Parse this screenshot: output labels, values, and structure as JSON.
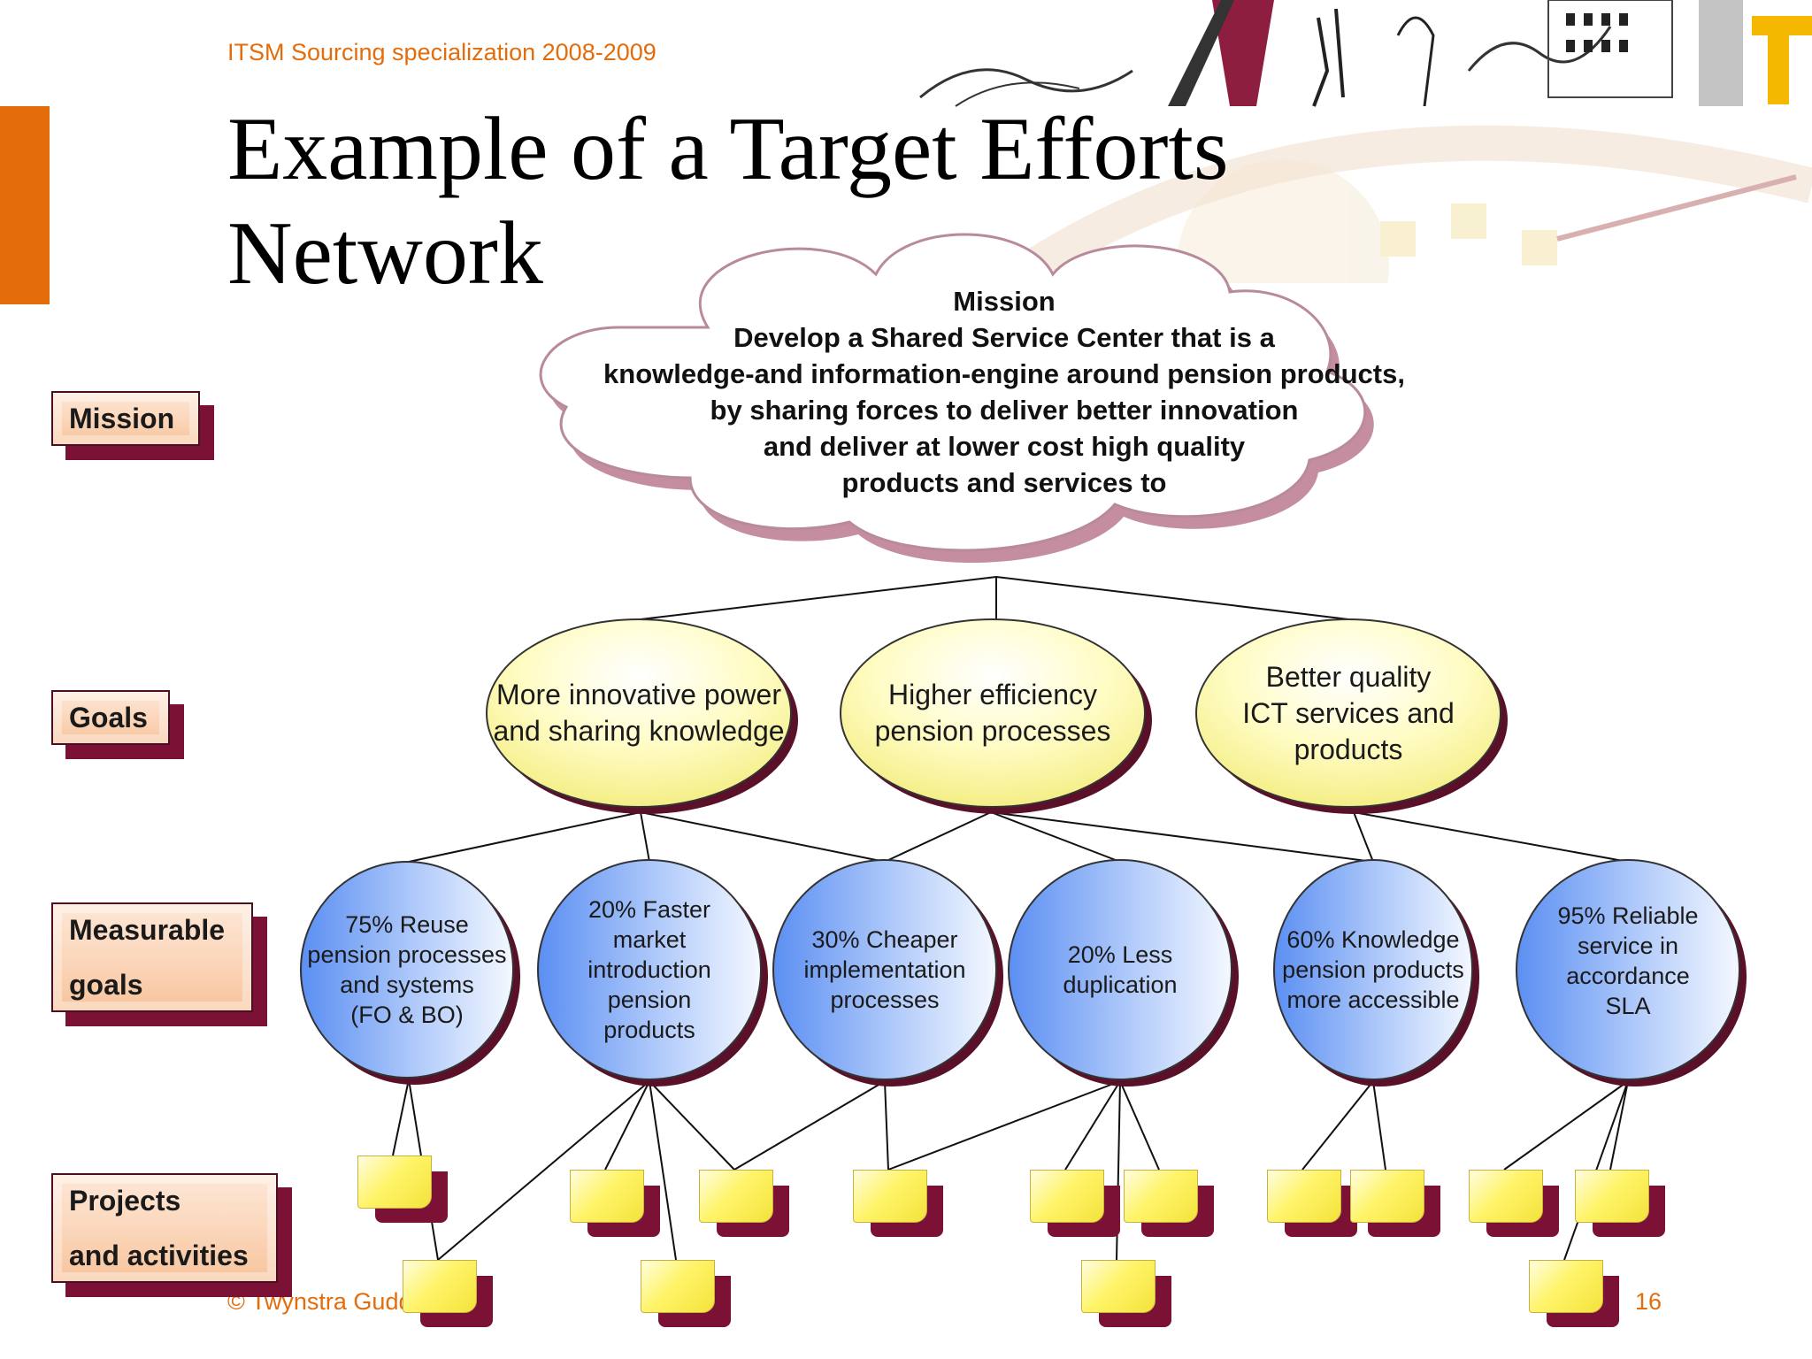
{
  "header": {
    "subtitle": "ITSM Sourcing specialization 2008-2009"
  },
  "title": {
    "line1": "Example of a Target Efforts",
    "line2": "Network"
  },
  "legend": {
    "mission": "Mission",
    "goals": "Goals",
    "measurable_line1": "Measurable",
    "measurable_line2": "goals",
    "projects_line1": "Projects",
    "projects_line2": "and activities"
  },
  "cloud": {
    "lines": [
      "Mission",
      "Develop a Shared Service Center that is a",
      "knowledge-and information-engine around pension products,",
      "by sharing forces to deliver better innovation",
      "and deliver at lower cost high quality",
      "products and services to"
    ]
  },
  "goals": [
    {
      "lines": [
        "More innovative power",
        "and sharing knowledge"
      ]
    },
    {
      "lines": [
        "Higher efficiency",
        "pension processes"
      ]
    },
    {
      "lines": [
        "Better quality",
        "ICT services and",
        "products"
      ]
    }
  ],
  "measurable_goals": [
    {
      "lines": [
        "75% Reuse",
        "pension processes",
        "and systems",
        "(FO & BO)"
      ]
    },
    {
      "lines": [
        "20% Faster",
        "market",
        "introduction",
        "pension",
        "products"
      ]
    },
    {
      "lines": [
        "30% Cheaper",
        "implementation",
        "processes"
      ]
    },
    {
      "lines": [
        "20% Less",
        "duplication"
      ]
    },
    {
      "lines": [
        "60% Knowledge",
        "pension products",
        "more accessible"
      ]
    },
    {
      "lines": [
        "95% Reliable",
        "service in",
        "accordance",
        "SLA"
      ]
    }
  ],
  "footer": {
    "copyright": "© Twynstra Gudde 2009",
    "page": "16"
  },
  "colors": {
    "accent": "#e46c0a",
    "shadow": "#7b1236",
    "goal_fill": "#fffcc0",
    "measurable_fill": "#8fb4f5",
    "note_fill": "#fff46a"
  }
}
